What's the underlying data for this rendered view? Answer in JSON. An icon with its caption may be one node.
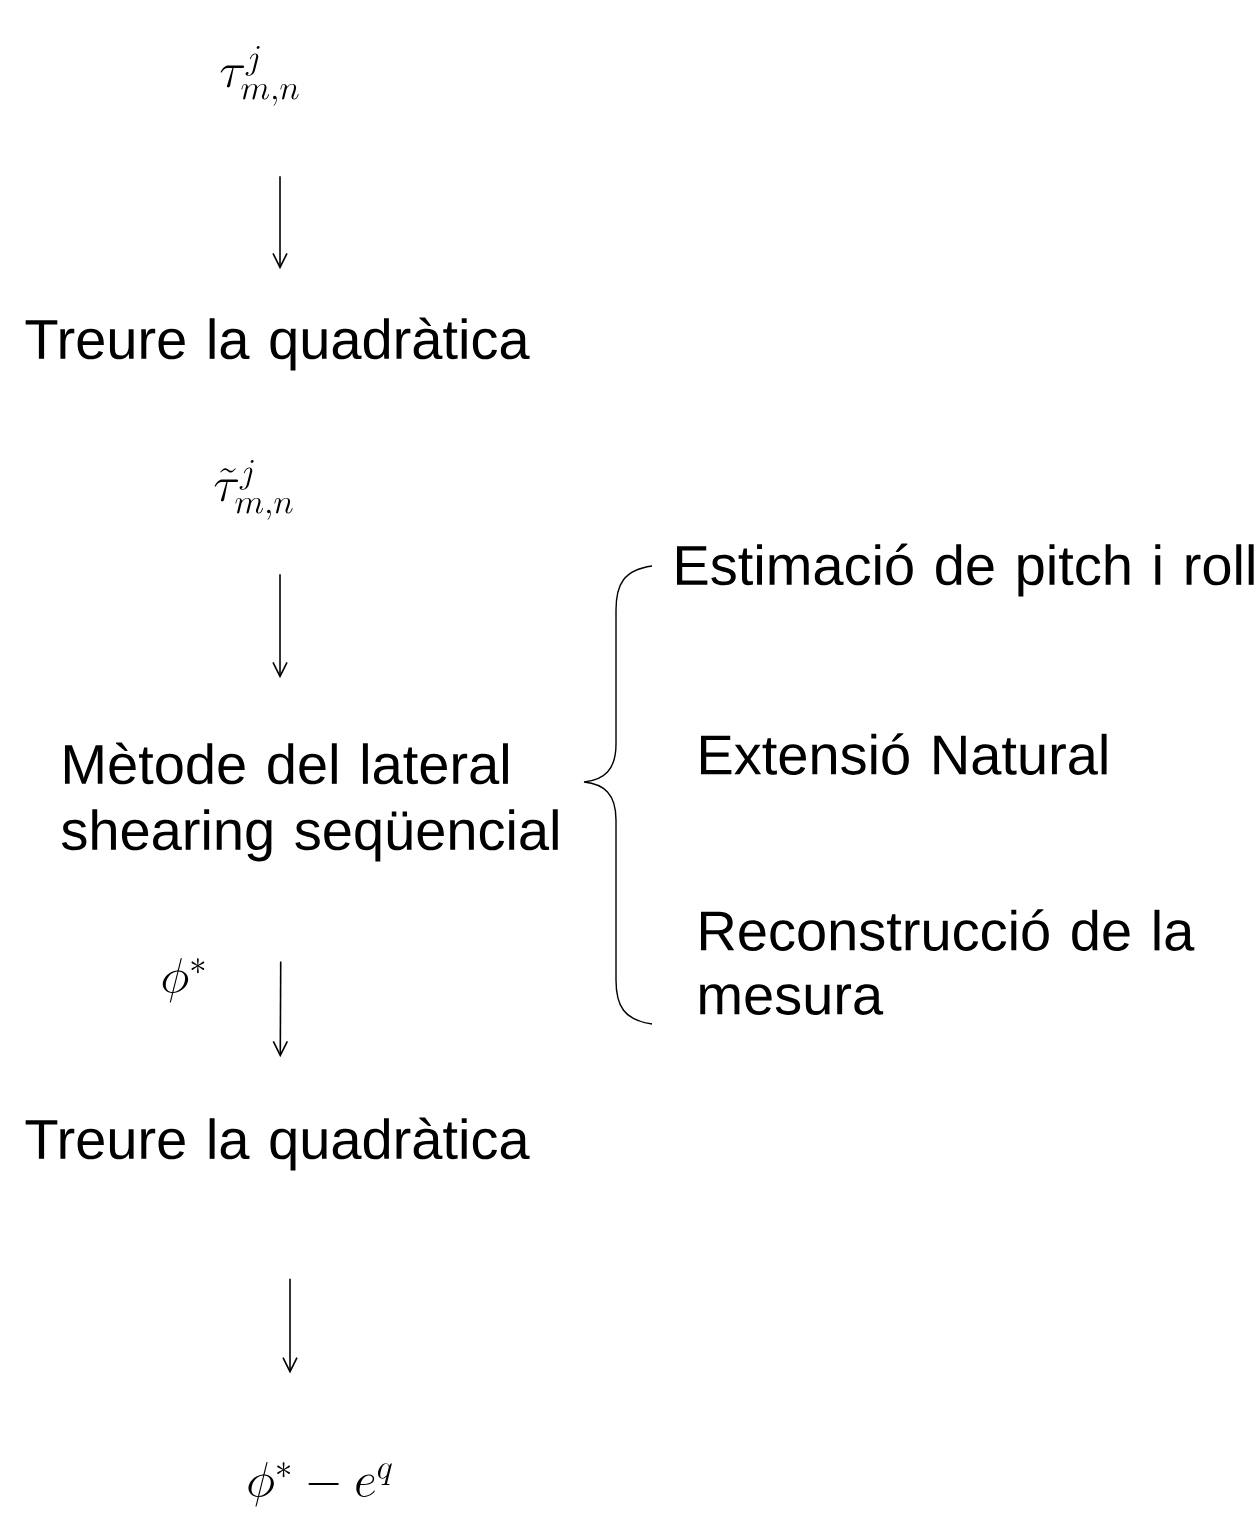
{
  "diagram": {
    "nodes": [
      {
        "text": [
          "\\tau^{j}_{m,n}"
        ]
      },
      {
        "text": [
          "Treure la quadràtica"
        ]
      },
      {
        "text": [
          "\\tilde{\\tau}^{j}_{m,n}"
        ]
      },
      {
        "text": [
          "Mètode del lateral shearing seqüencial"
        ]
      },
      {
        "text": [
          "\\phi^{*}"
        ]
      },
      {
        "text": [
          "Treure la quadràtica"
        ]
      },
      {
        "text": [
          "\\phi^{*}-e^{q}"
        ]
      }
    ],
    "edges": [
      {
        "from": 0,
        "to": 1,
        "arrow": "to"
      },
      {
        "from": 2,
        "to": 3,
        "arrow": "to"
      },
      {
        "from": 4,
        "to": 5,
        "arrow": "to"
      },
      {
        "from": 5,
        "to": 6,
        "arrow": "to"
      }
    ],
    "labels": [
      "Estimació de pitch i roll",
      "Extensió Natural",
      "Reconstrucció de la mesura"
    ]
  }
}
